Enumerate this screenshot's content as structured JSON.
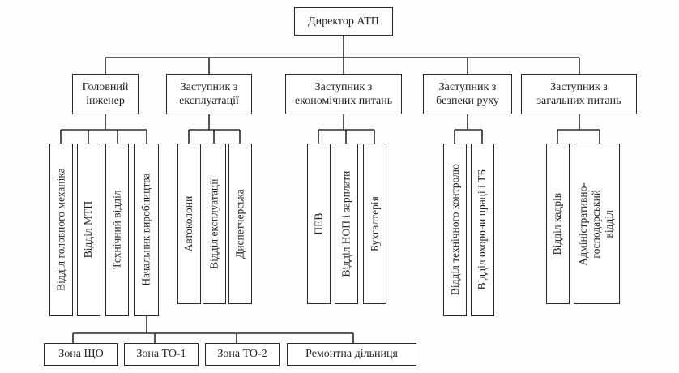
{
  "director": "Директор АТП",
  "deputies": [
    {
      "line1": "Головний",
      "line2": "інженер"
    },
    {
      "line1": "Заступник з",
      "line2": "експлуатації"
    },
    {
      "line1": "Заступник з",
      "line2": "економічних питань"
    },
    {
      "line1": "Заступник з",
      "line2": "безпеки руху"
    },
    {
      "line1": "Заступник з",
      "line2": "загальних питань"
    }
  ],
  "departments": {
    "engineer": [
      "Відділ головного механіка",
      "Відділ МТП",
      "Технічний відділ",
      "Начальник виробництва"
    ],
    "operations": [
      "Автоколони",
      "Відділ експлуатації",
      "Диспетчерська"
    ],
    "economics": [
      "ПЕВ",
      "Відділ НОП і зарплати",
      "Бухгалтерія"
    ],
    "safety": [
      "Відділ технічного контролю",
      "Відділ охорони праці і ТБ"
    ],
    "general": [
      "Відділ кадрів",
      "Адміністративно-господарський відділ"
    ]
  },
  "zones": [
    "Зона ЩО",
    "Зона ТО-1",
    "Зона ТО-2",
    "Ремонтна дільниця"
  ]
}
